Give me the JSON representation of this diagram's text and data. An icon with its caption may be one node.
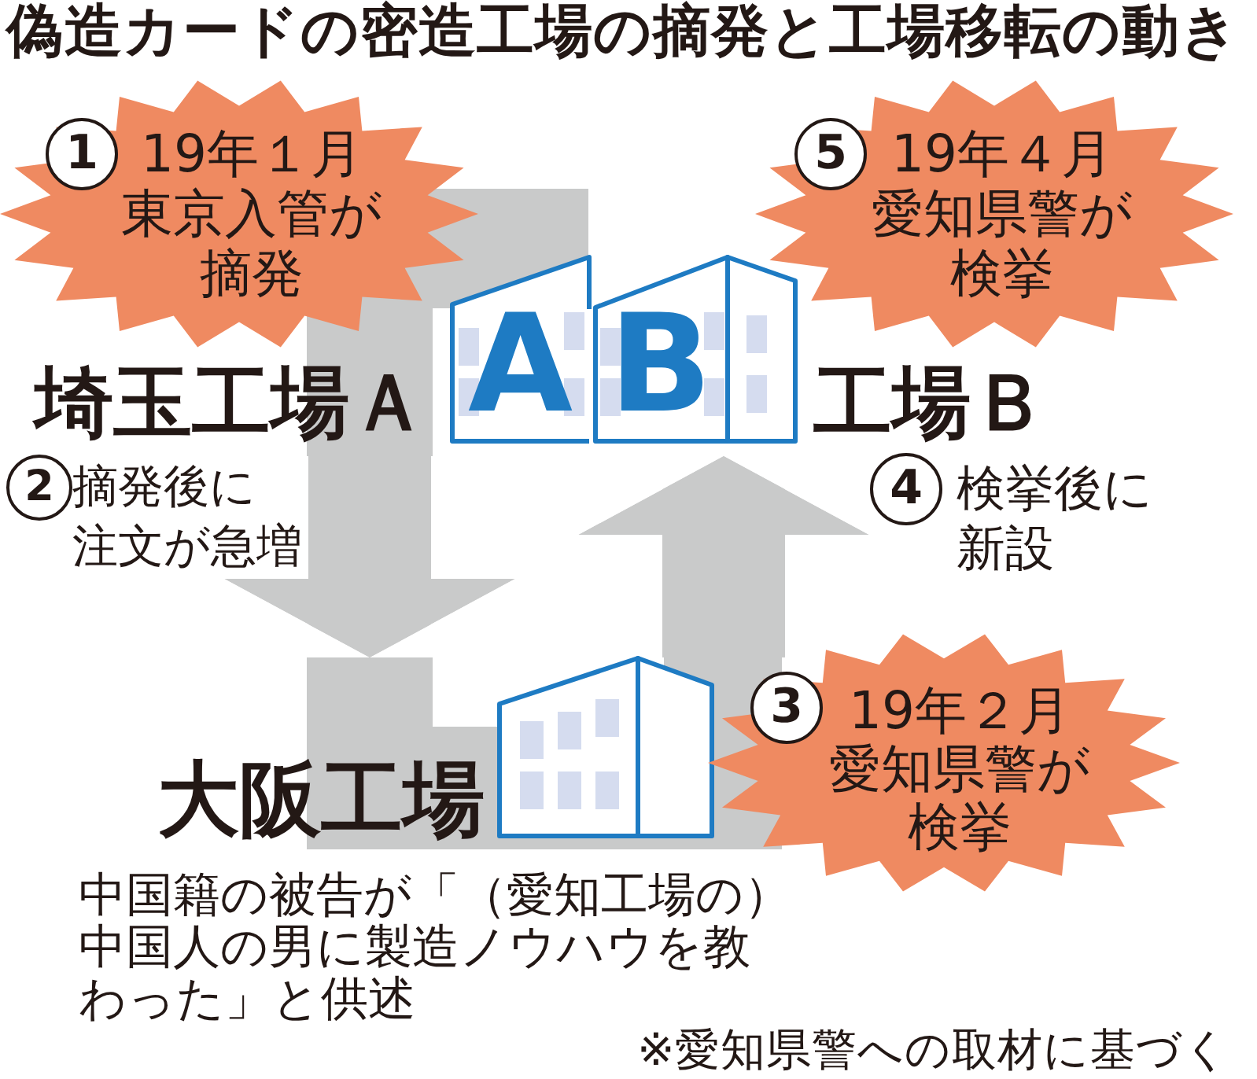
{
  "diagram": {
    "title": "偽造カードの密造工場の摘発と工場移転の動き",
    "nodes": [
      {
        "text": [
          "1",
          "19年１月東京入管が摘発"
        ]
      },
      {
        "text": [
          "5",
          "19年４月愛知県警が検挙"
        ]
      },
      {
        "text": [
          "埼玉工場Ａ",
          "A"
        ]
      },
      {
        "text": [
          "B",
          "工場Ｂ"
        ]
      },
      {
        "text": [
          "大阪工場"
        ],
        "beside": [
          "中国籍の被告が「（愛知工場の）中国人の男に製造ノウハウを教わった」と供述"
        ]
      },
      {
        "text": [
          "3",
          "19年２月愛知県警が検挙"
        ]
      }
    ],
    "edges": [
      {
        "from": 2,
        "to": 4,
        "arrow": "to",
        "label": "摘発後に注文が急増"
      },
      {
        "from": 4,
        "to": 3,
        "arrow": "to",
        "label": "検挙後に新設"
      }
    ],
    "labels": [
      "2",
      "4",
      "※愛知県警への取材に基づく"
    ]
  }
}
